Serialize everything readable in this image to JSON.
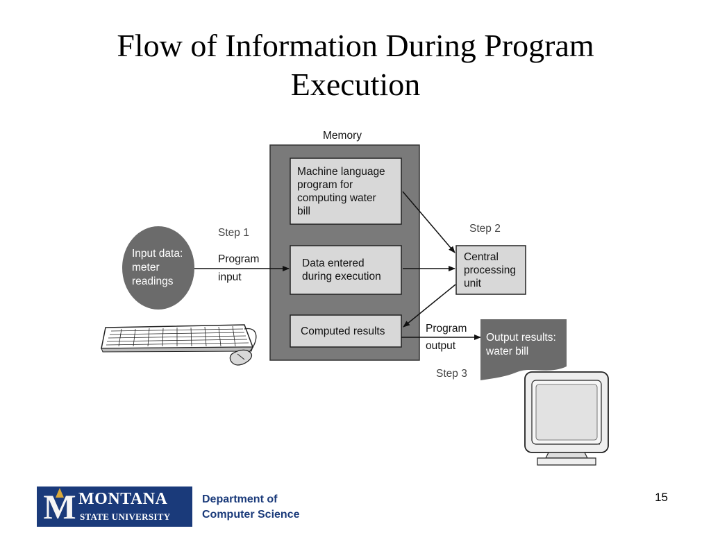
{
  "slide": {
    "title_line1": "Flow of Information During Program",
    "title_line2": "Execution",
    "slide_number": "15"
  },
  "diagram": {
    "memory_label": "Memory",
    "memory_boxes": {
      "program": [
        "Machine language",
        "program for",
        "computing water",
        "bill"
      ],
      "data": [
        "Data entered",
        "during execution"
      ],
      "results": [
        "Computed results"
      ]
    },
    "input_data": [
      "Input data:",
      "meter",
      "readings"
    ],
    "cpu": [
      "Central",
      "processing",
      "unit"
    ],
    "output": [
      "Output results:",
      "water bill"
    ],
    "step1": "Step 1",
    "step2": "Step 2",
    "step3": "Step 3",
    "program_input": [
      "Program",
      "input"
    ],
    "program_output": [
      "Program",
      "output"
    ]
  },
  "footer": {
    "university_line1": "MONTANA",
    "university_line2": "STATE UNIVERSITY",
    "department_line1": "Department of",
    "department_line2": "Computer Science"
  },
  "colors": {
    "memory_fill": "#7a7a7a",
    "box_fill": "#d8d8d8",
    "dark_fill": "#6b6b6b",
    "logo_blue": "#1a3a7a",
    "logo_gold": "#d8a83a"
  }
}
